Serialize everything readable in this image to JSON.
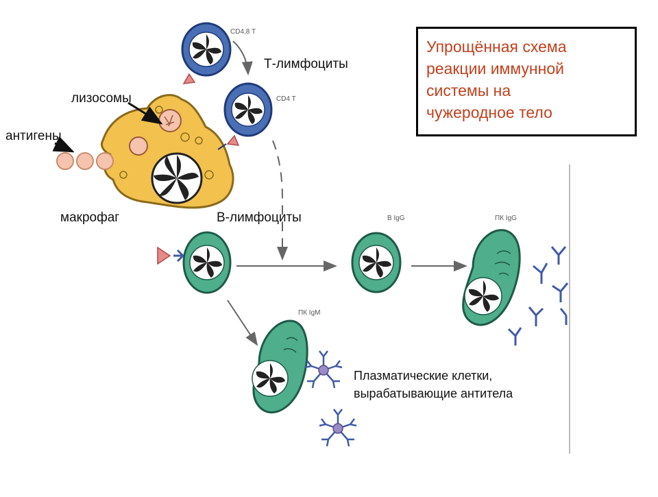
{
  "title_box": {
    "text": "Упрощённая схема\nреакции иммунной\nсистемы на\nчужеродное тело"
  },
  "labels": {
    "t_lymphocytes": "Т-лимфоциты",
    "lysosomes": "лизосомы",
    "antigens": "антигены",
    "macrophage": "макрофаг",
    "b_lymphocytes": "В-лимфоциты",
    "plasma_cells_line1": "Плазматические клетки,",
    "plasma_cells_line2": "вырабатывающие антитела"
  },
  "cell_tags": {
    "cd48t": "CD4,8 T",
    "cd4t": "CD4 T",
    "b_igg": "B IgG",
    "pk_igg": "ПК IgG",
    "pk_igm": "ПК IgM"
  },
  "colors": {
    "title_text": "#c0411e",
    "macrophage": "#f2c14e",
    "t_cell": "#4a6fb5",
    "b_cell": "#4fae8c",
    "antigen": "#f6c4ae",
    "antibody": "#3f5aa8",
    "igm": "#9b8cc7"
  }
}
